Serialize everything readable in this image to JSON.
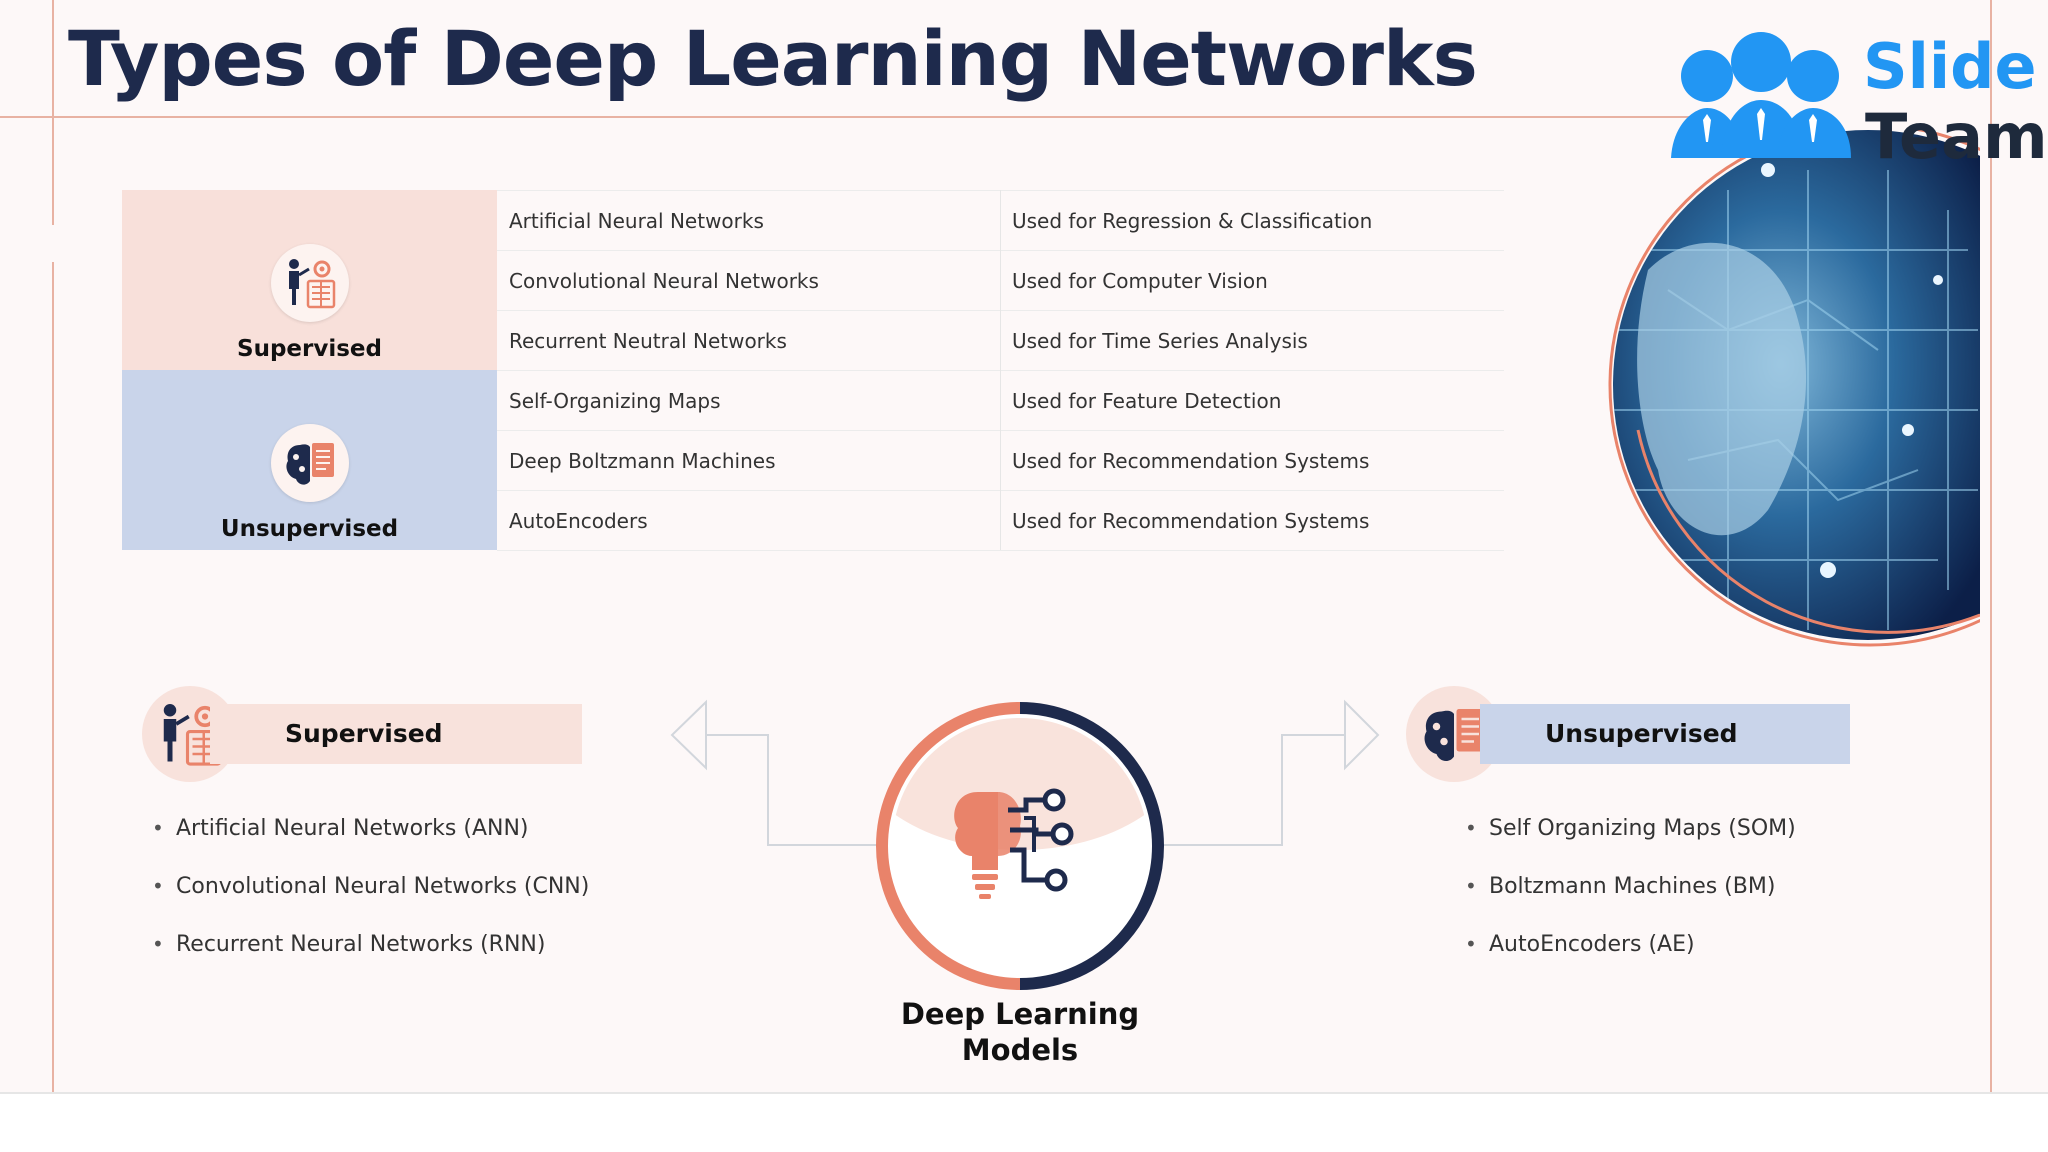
{
  "title": "Types of Deep Learning Networks",
  "logo": {
    "line1": "Slide",
    "line2": "Team"
  },
  "table": {
    "categories": [
      {
        "label": "Supervised",
        "icon": "teacher-presentation-icon"
      },
      {
        "label": "Unsupervised",
        "icon": "brain-document-icon"
      }
    ],
    "rows": [
      {
        "network": "Artificial Neural Networks",
        "use": "Used for Regression & Classification"
      },
      {
        "network": "Convolutional Neural Networks",
        "use": "Used for Computer Vision"
      },
      {
        "network": "Recurrent Neutral Networks",
        "use": "Used for Time Series Analysis"
      },
      {
        "network": "Self-Organizing Maps",
        "use": "Used for Feature Detection"
      },
      {
        "network": "Deep Boltzmann Machines",
        "use": "Used for Recommendation Systems"
      },
      {
        "network": "AutoEncoders",
        "use": "Used for Recommendation Systems"
      }
    ]
  },
  "supervised": {
    "heading": "Supervised",
    "items": [
      "Artificial Neural Networks (ANN)",
      "Convolutional Neural Networks (CNN)",
      "Recurrent Neural Networks (RNN)"
    ]
  },
  "unsupervised": {
    "heading": "Unsupervised",
    "items": [
      "Self Organizing Maps (SOM)",
      "Boltzmann Machines (BM)",
      "AutoEncoders (AE)"
    ]
  },
  "center": {
    "line1": "Deep Learning",
    "line2": "Models",
    "icon": "brain-bulb-circuit-icon"
  },
  "colors": {
    "navy": "#1e2a4c",
    "salmon": "#e9836a",
    "peach": "#f8e0da",
    "lavender": "#c9d4ea",
    "logo_blue": "#2296f3"
  }
}
